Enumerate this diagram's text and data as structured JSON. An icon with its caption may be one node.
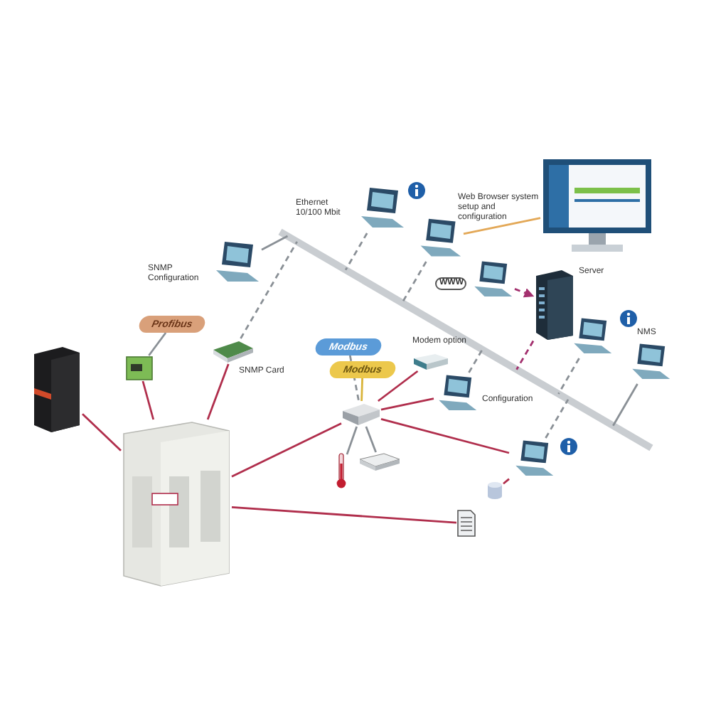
{
  "diagram": {
    "nodes": [
      {
        "text": [],
        "shape": "picture",
        "beside": [
          "SNMP Configuration"
        ]
      },
      {
        "text": [],
        "shape": "picture"
      },
      {
        "text": [],
        "shape": "picture",
        "beside": [
          "Web Browser system setup and configuration"
        ]
      },
      {
        "text": [],
        "shape": "picture"
      },
      {
        "text": [],
        "shape": "picture"
      },
      {
        "text": [],
        "shape": "picture",
        "beside": [
          "Server"
        ]
      },
      {
        "text": [],
        "shape": "picture"
      },
      {
        "text": [],
        "shape": "picture",
        "beside": [
          "NMS"
        ]
      },
      {
        "text": [],
        "shape": "picture",
        "beside": [
          "Configuration"
        ]
      },
      {
        "text": [],
        "shape": "picture",
        "beside": [
          "Modem option"
        ]
      },
      {
        "text": [],
        "shape": "picture"
      },
      {
        "text": [],
        "shape": "cylinder"
      },
      {
        "text": [],
        "shape": "picture"
      },
      {
        "text": [],
        "shape": "picture",
        "beside": [
          "SNMP Card"
        ]
      },
      {
        "text": [
          "Profibus"
        ]
      },
      {
        "text": [],
        "shape": "picture"
      },
      {
        "text": [
          "Modbus"
        ]
      },
      {
        "text": [
          "Modbus"
        ]
      },
      {
        "text": [],
        "shape": "picture"
      },
      {
        "text": [],
        "shape": "picture"
      },
      {
        "text": [],
        "shape": "picture"
      },
      {
        "text": [],
        "shape": "picture"
      },
      {
        "text": [],
        "shape": "picture"
      }
    ],
    "edges": [
      {
        "from": 0,
        "to": null,
        "arrow": "none",
        "color": "#8a9096"
      },
      {
        "from": 1,
        "to": null,
        "arrow": "none",
        "style": "dashed",
        "color": "#8a9096"
      },
      {
        "from": 2,
        "to": 3,
        "arrow": "none",
        "color": "#e3a857"
      },
      {
        "from": 2,
        "to": null,
        "arrow": "none",
        "style": "dashed",
        "color": "#8a9096"
      },
      {
        "from": 4,
        "to": 5,
        "arrow": "to",
        "style": "dashed",
        "color": "#a3306e"
      },
      {
        "from": 5,
        "to": null,
        "arrow": "none",
        "style": "dashed",
        "color": "#a3306e"
      },
      {
        "from": 6,
        "to": null,
        "arrow": "none",
        "style": "dashed",
        "color": "#8a9096"
      },
      {
        "from": 7,
        "to": null,
        "arrow": "none",
        "color": "#8a9096"
      },
      {
        "from": 8,
        "to": null,
        "arrow": "none",
        "style": "dashed",
        "color": "#8a9096"
      },
      {
        "from": 10,
        "to": null,
        "arrow": "none",
        "style": "dashed",
        "color": "#8a9096"
      },
      {
        "from": 13,
        "to": null,
        "arrow": "none",
        "style": "dashed",
        "color": "#8a9096"
      },
      {
        "from": 14,
        "to": 15,
        "arrow": "none",
        "color": "#8a9096"
      },
      {
        "from": 16,
        "to": 18,
        "arrow": "none",
        "style": "dashed",
        "color": "#8a9096"
      },
      {
        "from": 17,
        "to": 18,
        "arrow": "none",
        "color": "#d9b43a"
      },
      {
        "from": 15,
        "to": 22,
        "arrow": "none",
        "color": "#b02e4c"
      },
      {
        "from": 13,
        "to": 22,
        "arrow": "none",
        "color": "#b02e4c"
      },
      {
        "from": 21,
        "to": 22,
        "arrow": "none",
        "color": "#b02e4c"
      },
      {
        "from": 18,
        "to": 22,
        "arrow": "none",
        "color": "#b02e4c"
      },
      {
        "from": 18,
        "to": 9,
        "arrow": "none",
        "color": "#b02e4c"
      },
      {
        "from": 18,
        "to": 8,
        "arrow": "none",
        "color": "#b02e4c"
      },
      {
        "from": 18,
        "to": 10,
        "arrow": "none",
        "color": "#b02e4c"
      },
      {
        "from": 22,
        "to": 12,
        "arrow": "none",
        "color": "#b02e4c"
      },
      {
        "from": 11,
        "to": 10,
        "arrow": "none",
        "color": "#b02e4c"
      },
      {
        "from": 19,
        "to": 18,
        "arrow": "none",
        "color": "#8a9096"
      },
      {
        "from": 20,
        "to": 18,
        "arrow": "none",
        "color": "#8a9096"
      }
    ],
    "labels": [
      "Ethernet 10/100 Mbit",
      "WWW"
    ]
  }
}
